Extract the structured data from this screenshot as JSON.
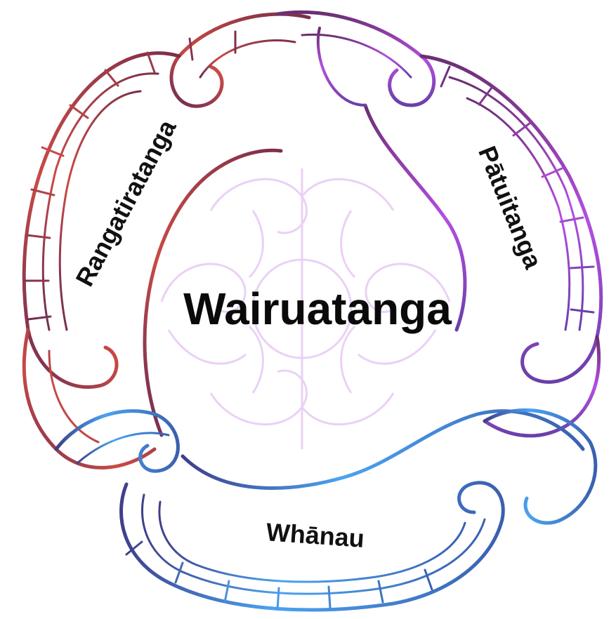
{
  "center_label": "Wairuatanga",
  "segments": [
    {
      "id": "rangatiratanga",
      "label": "Rangatiratanga",
      "color": "#d9534f",
      "color_dark": "#7a2f4a"
    },
    {
      "id": "patuitanga",
      "label": "Pātuitanga",
      "color": "#b44ee0",
      "color_dark": "#5e2a80"
    },
    {
      "id": "whanau",
      "label": "Whānau",
      "color": "#4aa3f0",
      "color_dark": "#3a3f8a"
    }
  ],
  "background_pattern_color": "#e7c9f4"
}
